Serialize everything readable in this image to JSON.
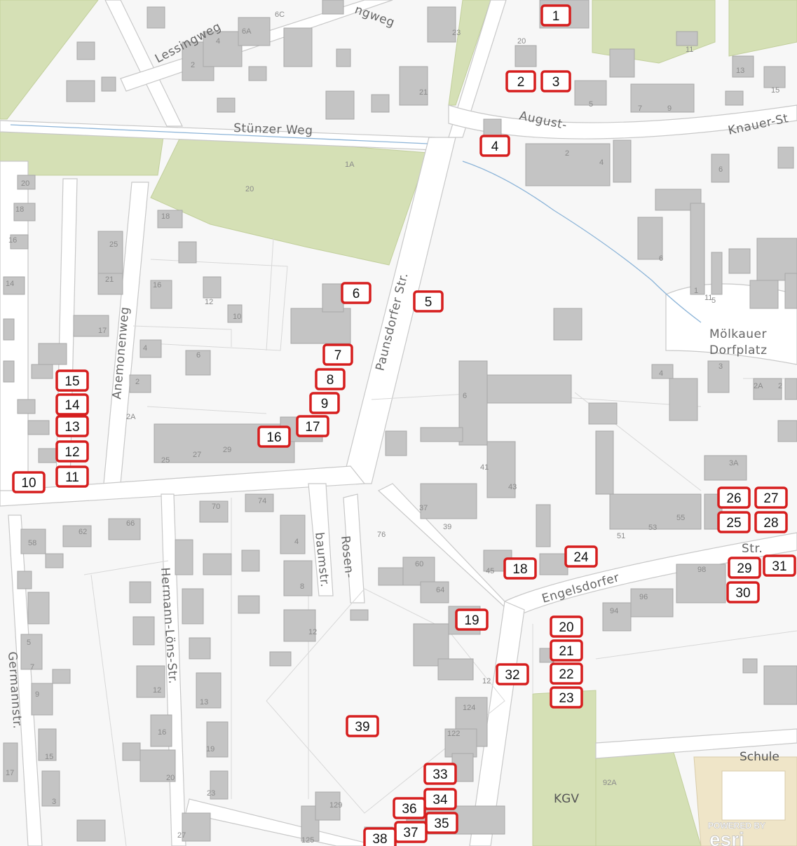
{
  "street_labels": {
    "lessingweg": "Lessingweg",
    "stunzer_weg": "Stünzer Weg",
    "august": "August-",
    "knauer": "Knauer-St",
    "paunsdorfer": "Paunsdorfer Str.",
    "anemonenweg": "Anemonenweg",
    "molkauer_1": "Mölkauer",
    "molkauer_2": "Dorfplatz",
    "baumstr": "baumstr.",
    "rosen": "Rosen-",
    "engelsdorfer": "Engelsdorfer",
    "str": "Str.",
    "hermann": "Hermann-Löns-Str.",
    "germann": "Germannstr.",
    "ngweg": "ngweg"
  },
  "place_labels": {
    "schule": "Schule",
    "kgv": "KGV"
  },
  "house_numbers": {
    "h6c": "6C",
    "h6a": "6A",
    "h4a": "4",
    "h2a": "2",
    "h23": "23",
    "h21a": "21",
    "h1a": "1A",
    "h20a": "20",
    "h20": "20",
    "h18a": "18",
    "h16a": "16",
    "h14": "14",
    "h4b": "4",
    "h18b": "18",
    "h16b": "16",
    "h12": "12",
    "h10": "10",
    "h25": "25",
    "h21b": "21",
    "h17": "17",
    "h4c": "4",
    "h6b": "6",
    "h2b": "2",
    "h2A": "2A",
    "h25b": "25",
    "h27": "27",
    "h29": "29",
    "h13": "13",
    "h15": "15",
    "h5": "5",
    "h7": "7",
    "h9": "9",
    "h11": "11",
    "h2c": "2",
    "h4d": "4",
    "h6d": "6",
    "h1b": "1",
    "h5b": "5",
    "h6e": "6",
    "h3A": "3A",
    "h2Ab": "2A",
    "h2d": "2",
    "h3b": "3",
    "h4e": "4",
    "h6f": "6",
    "h41": "41",
    "h43": "43",
    "h37": "37",
    "h39": "39",
    "h45": "45",
    "h53": "53",
    "h51": "51",
    "h55": "55",
    "h70": "70",
    "h74": "74",
    "h76": "76",
    "h60": "60",
    "h64": "64",
    "h66": "66",
    "h62": "62",
    "h58": "58",
    "h94": "94",
    "h96": "96",
    "h98": "98",
    "h124": "124",
    "h122": "122",
    "h12b": "12",
    "h92A": "92A",
    "h129": "129",
    "h125": "125",
    "h4f": "4",
    "h8": "8",
    "h12c": "12",
    "h16c": "16",
    "h20b": "20",
    "h12d": "12",
    "h13b": "13",
    "h19": "19",
    "h23b": "23",
    "h27b": "27",
    "h5c": "5",
    "h7b": "7",
    "h9b": "9",
    "h15b": "15",
    "h17b": "17",
    "h3c": "3",
    "h11b": "11"
  },
  "markers": [
    {
      "label": "1"
    },
    {
      "label": "2"
    },
    {
      "label": "3"
    },
    {
      "label": "4"
    },
    {
      "label": "5"
    },
    {
      "label": "6"
    },
    {
      "label": "7"
    },
    {
      "label": "8"
    },
    {
      "label": "9"
    },
    {
      "label": "10"
    },
    {
      "label": "11"
    },
    {
      "label": "12"
    },
    {
      "label": "13"
    },
    {
      "label": "14"
    },
    {
      "label": "15"
    },
    {
      "label": "16"
    },
    {
      "label": "17"
    },
    {
      "label": "18"
    },
    {
      "label": "19"
    },
    {
      "label": "20"
    },
    {
      "label": "21"
    },
    {
      "label": "22"
    },
    {
      "label": "23"
    },
    {
      "label": "24"
    },
    {
      "label": "25"
    },
    {
      "label": "26"
    },
    {
      "label": "27"
    },
    {
      "label": "28"
    },
    {
      "label": "29"
    },
    {
      "label": "30"
    },
    {
      "label": "31"
    },
    {
      "label": "32"
    },
    {
      "label": "33"
    },
    {
      "label": "34"
    },
    {
      "label": "35"
    },
    {
      "label": "36"
    },
    {
      "label": "37"
    },
    {
      "label": "38"
    },
    {
      "label": "39"
    }
  ],
  "attribution": {
    "powered_by": "POWERED BY",
    "brand": "esri"
  },
  "colors": {
    "marker_border": "#d61e1e",
    "green_area": "#d5e0b5",
    "building": "#c4c4c4",
    "water": "#8cb4d8"
  }
}
